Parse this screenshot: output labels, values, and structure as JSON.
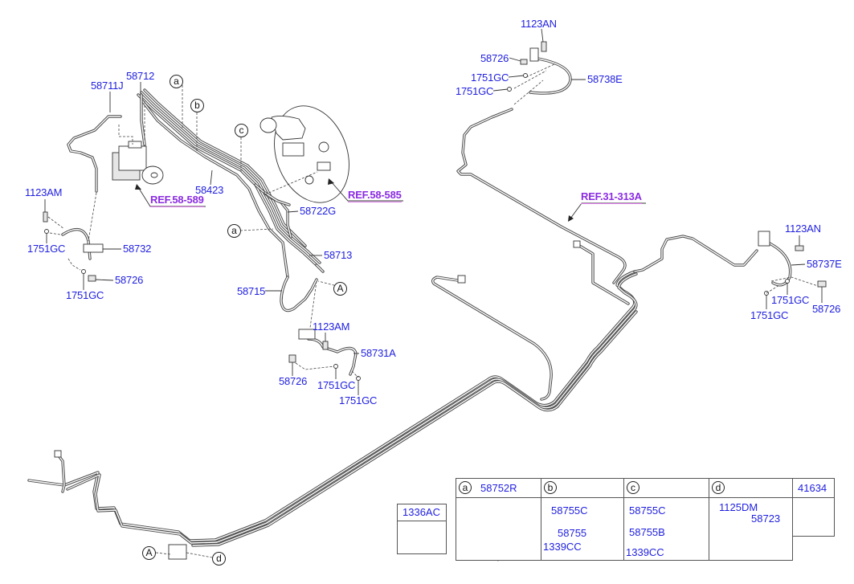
{
  "diagram": {
    "title": "Brake Line Parts Diagram",
    "callouts": [
      {
        "part_no": "1123AN"
      },
      {
        "part_no": "58726"
      },
      {
        "part_no": "1751GC"
      },
      {
        "part_no": "1751GC"
      },
      {
        "part_no": "58738E"
      },
      {
        "part_no": "58711J"
      },
      {
        "part_no": "58712"
      },
      {
        "part_no": "58423"
      },
      {
        "part_no": "58722G"
      },
      {
        "part_no": "1123AM"
      },
      {
        "part_no": "1751GC"
      },
      {
        "part_no": "58732"
      },
      {
        "part_no": "58713"
      },
      {
        "part_no": "1123AN"
      },
      {
        "part_no": "58737E"
      },
      {
        "part_no": "58715"
      },
      {
        "part_no": "58726"
      },
      {
        "part_no": "1751GC"
      },
      {
        "part_no": "1751GC"
      },
      {
        "part_no": "58726"
      },
      {
        "part_no": "1751GC"
      },
      {
        "part_no": "1123AM"
      },
      {
        "part_no": "58731A"
      },
      {
        "part_no": "58726"
      },
      {
        "part_no": "1751GC"
      },
      {
        "part_no": "1751GC"
      }
    ],
    "ref_links": [
      {
        "text": "REF.58-589"
      },
      {
        "text": "REF.58-585"
      },
      {
        "text": "REF.31-313A"
      }
    ],
    "markers": [
      "a",
      "b",
      "c",
      "a",
      "A",
      "A",
      "d"
    ]
  },
  "legend_table": {
    "standalone": {
      "header": "1336AC"
    },
    "columns": [
      {
        "marker": "a",
        "header": "58752R",
        "parts": []
      },
      {
        "marker": "b",
        "header": "",
        "parts": [
          "58755C",
          "58755",
          "1339CC"
        ]
      },
      {
        "marker": "c",
        "header": "",
        "parts": [
          "58755C",
          "58755B",
          "1339CC"
        ]
      },
      {
        "marker": "d",
        "header": "",
        "parts": [
          "1125DM",
          "58723"
        ]
      },
      {
        "marker": "",
        "header": "41634",
        "parts": []
      }
    ]
  },
  "colors": {
    "part_label": "#1f1fe0",
    "ref_label": "#8a2be2",
    "ref_underline": "#e07cf0",
    "line": "#4a4a4a"
  }
}
